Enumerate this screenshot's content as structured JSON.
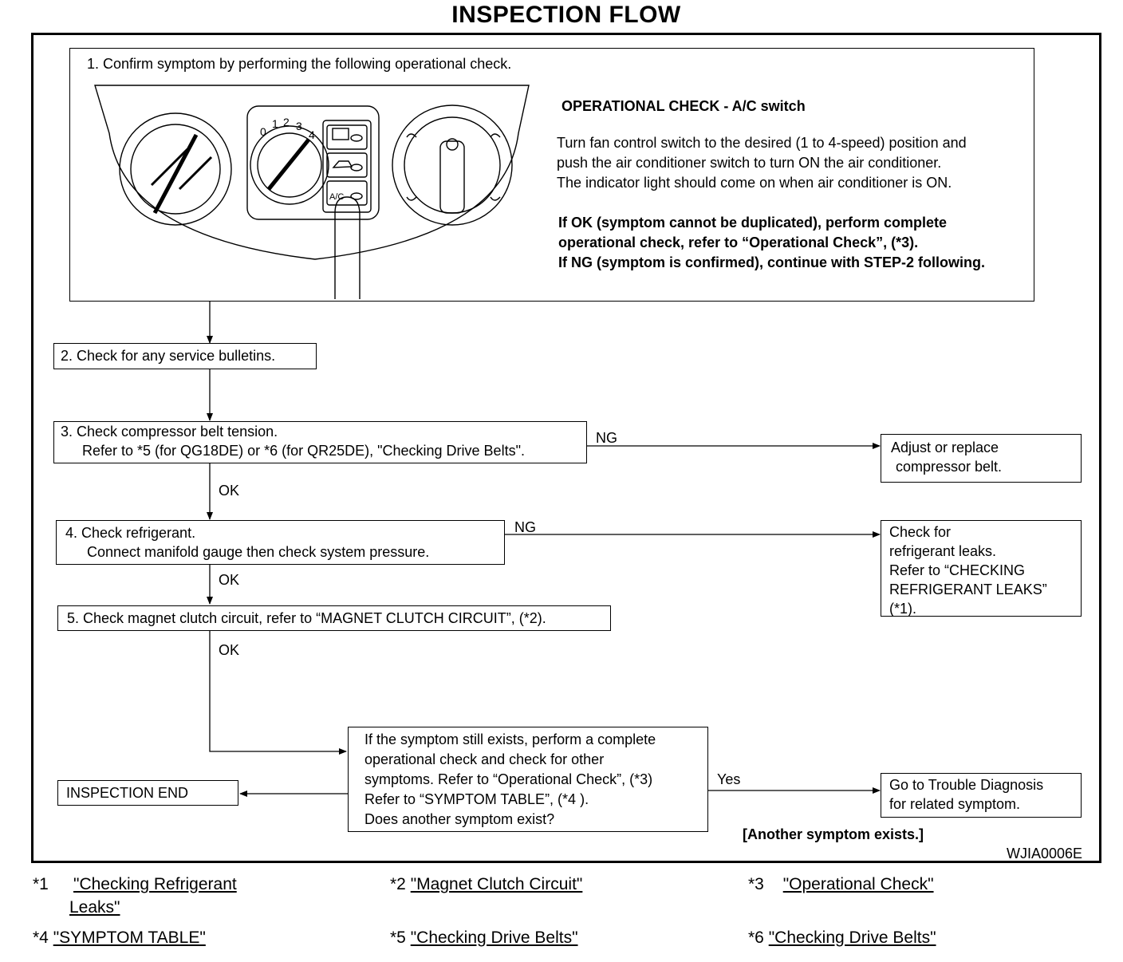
{
  "title": "INSPECTION FLOW",
  "step1": {
    "text": "1.  Confirm symptom by performing the following operational check.",
    "panel": {
      "fan_numbers": [
        "0",
        "1",
        "2",
        "3",
        "4"
      ],
      "ac_label": "A/C"
    },
    "op_title": "OPERATIONAL CHECK - A/C switch",
    "op_lines": [
      "Turn fan control switch to the desired (1 to 4-speed) position and",
      "push the air conditioner switch to turn ON the air conditioner.",
      "The indicator light should come on when air conditioner is ON."
    ],
    "ok_lines": [
      "If OK (symptom cannot be duplicated), perform complete",
      "operational check, refer to “Operational Check”, (*3).",
      "If NG (symptom is confirmed), continue with STEP-2 following."
    ]
  },
  "step2": {
    "text": "2.  Check for any service bulletins."
  },
  "step3": {
    "line1": "3.  Check compressor belt tension.",
    "line2": "Refer to *5 (for QG18DE) or *6 (for QR25DE), \"Checking Drive Belts\"."
  },
  "step4": {
    "line1": "4.  Check refrigerant.",
    "line2": "Connect manifold gauge then check system pressure."
  },
  "step5": {
    "text": "5.  Check magnet clutch circuit,  refer to “MAGNET CLUTCH CIRCUIT”, (*2)."
  },
  "labels": {
    "ng1": "NG",
    "ok1": "OK",
    "ng2": "NG",
    "ok2": "OK",
    "ok3": "OK",
    "yes": "Yes"
  },
  "adjust_box": [
    "Adjust or replace",
    "compressor belt."
  ],
  "leak_box": [
    "Check for",
    "refrigerant leaks.",
    "Refer to “CHECKING",
    "REFRIGERANT LEAKS”",
    "(*1)."
  ],
  "symptom_box": [
    "If the symptom still exists, perform a complete",
    "operational check and check for other",
    "symptoms. Refer to “Operational Check”, (*3)",
    "Refer to “SYMPTOM TABLE”, (*4 ).",
    "Does another symptom exist?"
  ],
  "end_box": "INSPECTION END",
  "trouble_box": [
    "Go to Trouble Diagnosis",
    "for related symptom."
  ],
  "another_symptom": "[Another symptom exists.]",
  "figure_id": "WJIA0006E",
  "footnotes": [
    {
      "mark": "*1",
      "link_line1": "\"Checking Refrigerant ",
      "link_line2": "Leaks\""
    },
    {
      "mark": "*2",
      "link": "\"Magnet Clutch Circuit\""
    },
    {
      "mark": "*3",
      "link": "\"Operational Check\""
    },
    {
      "mark": "*4",
      "link": "\"SYMPTOM TABLE\""
    },
    {
      "mark": "*5",
      "link": "\"Checking Drive Belts\""
    },
    {
      "mark": "*6",
      "link": "\"Checking Drive Belts\""
    }
  ]
}
